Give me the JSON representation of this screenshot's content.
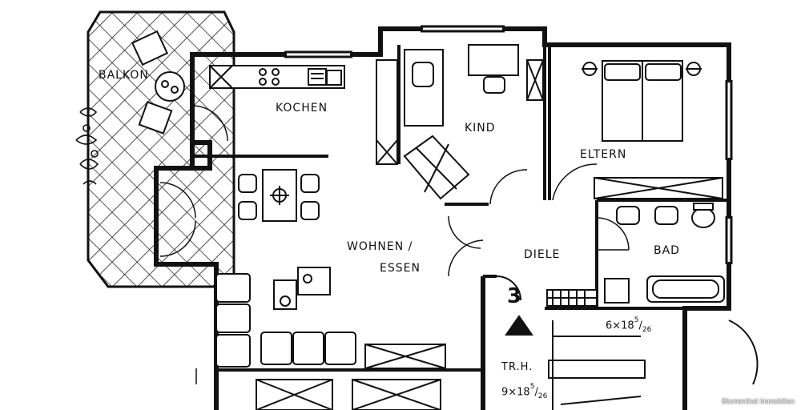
{
  "rooms": {
    "balkon": "BALKON",
    "kochen": "KOCHEN",
    "kind": "KIND",
    "eltern": "ELTERN",
    "wohnen_line1": "WOHNEN /",
    "wohnen_line2": "ESSEN",
    "diele": "DIELE",
    "bad": "BAD"
  },
  "stair": {
    "number": "3",
    "trh": "TR.H.",
    "dim_upper_main": "6×18",
    "dim_upper_sup": "5",
    "dim_upper_sub": "26",
    "dim_lower_main": "9×18",
    "dim_lower_sup": "5",
    "dim_lower_sub": "26"
  },
  "watermark": "Blumenthal Immobilien",
  "colors": {
    "ink": "#111111",
    "paper": "#ffffff"
  }
}
